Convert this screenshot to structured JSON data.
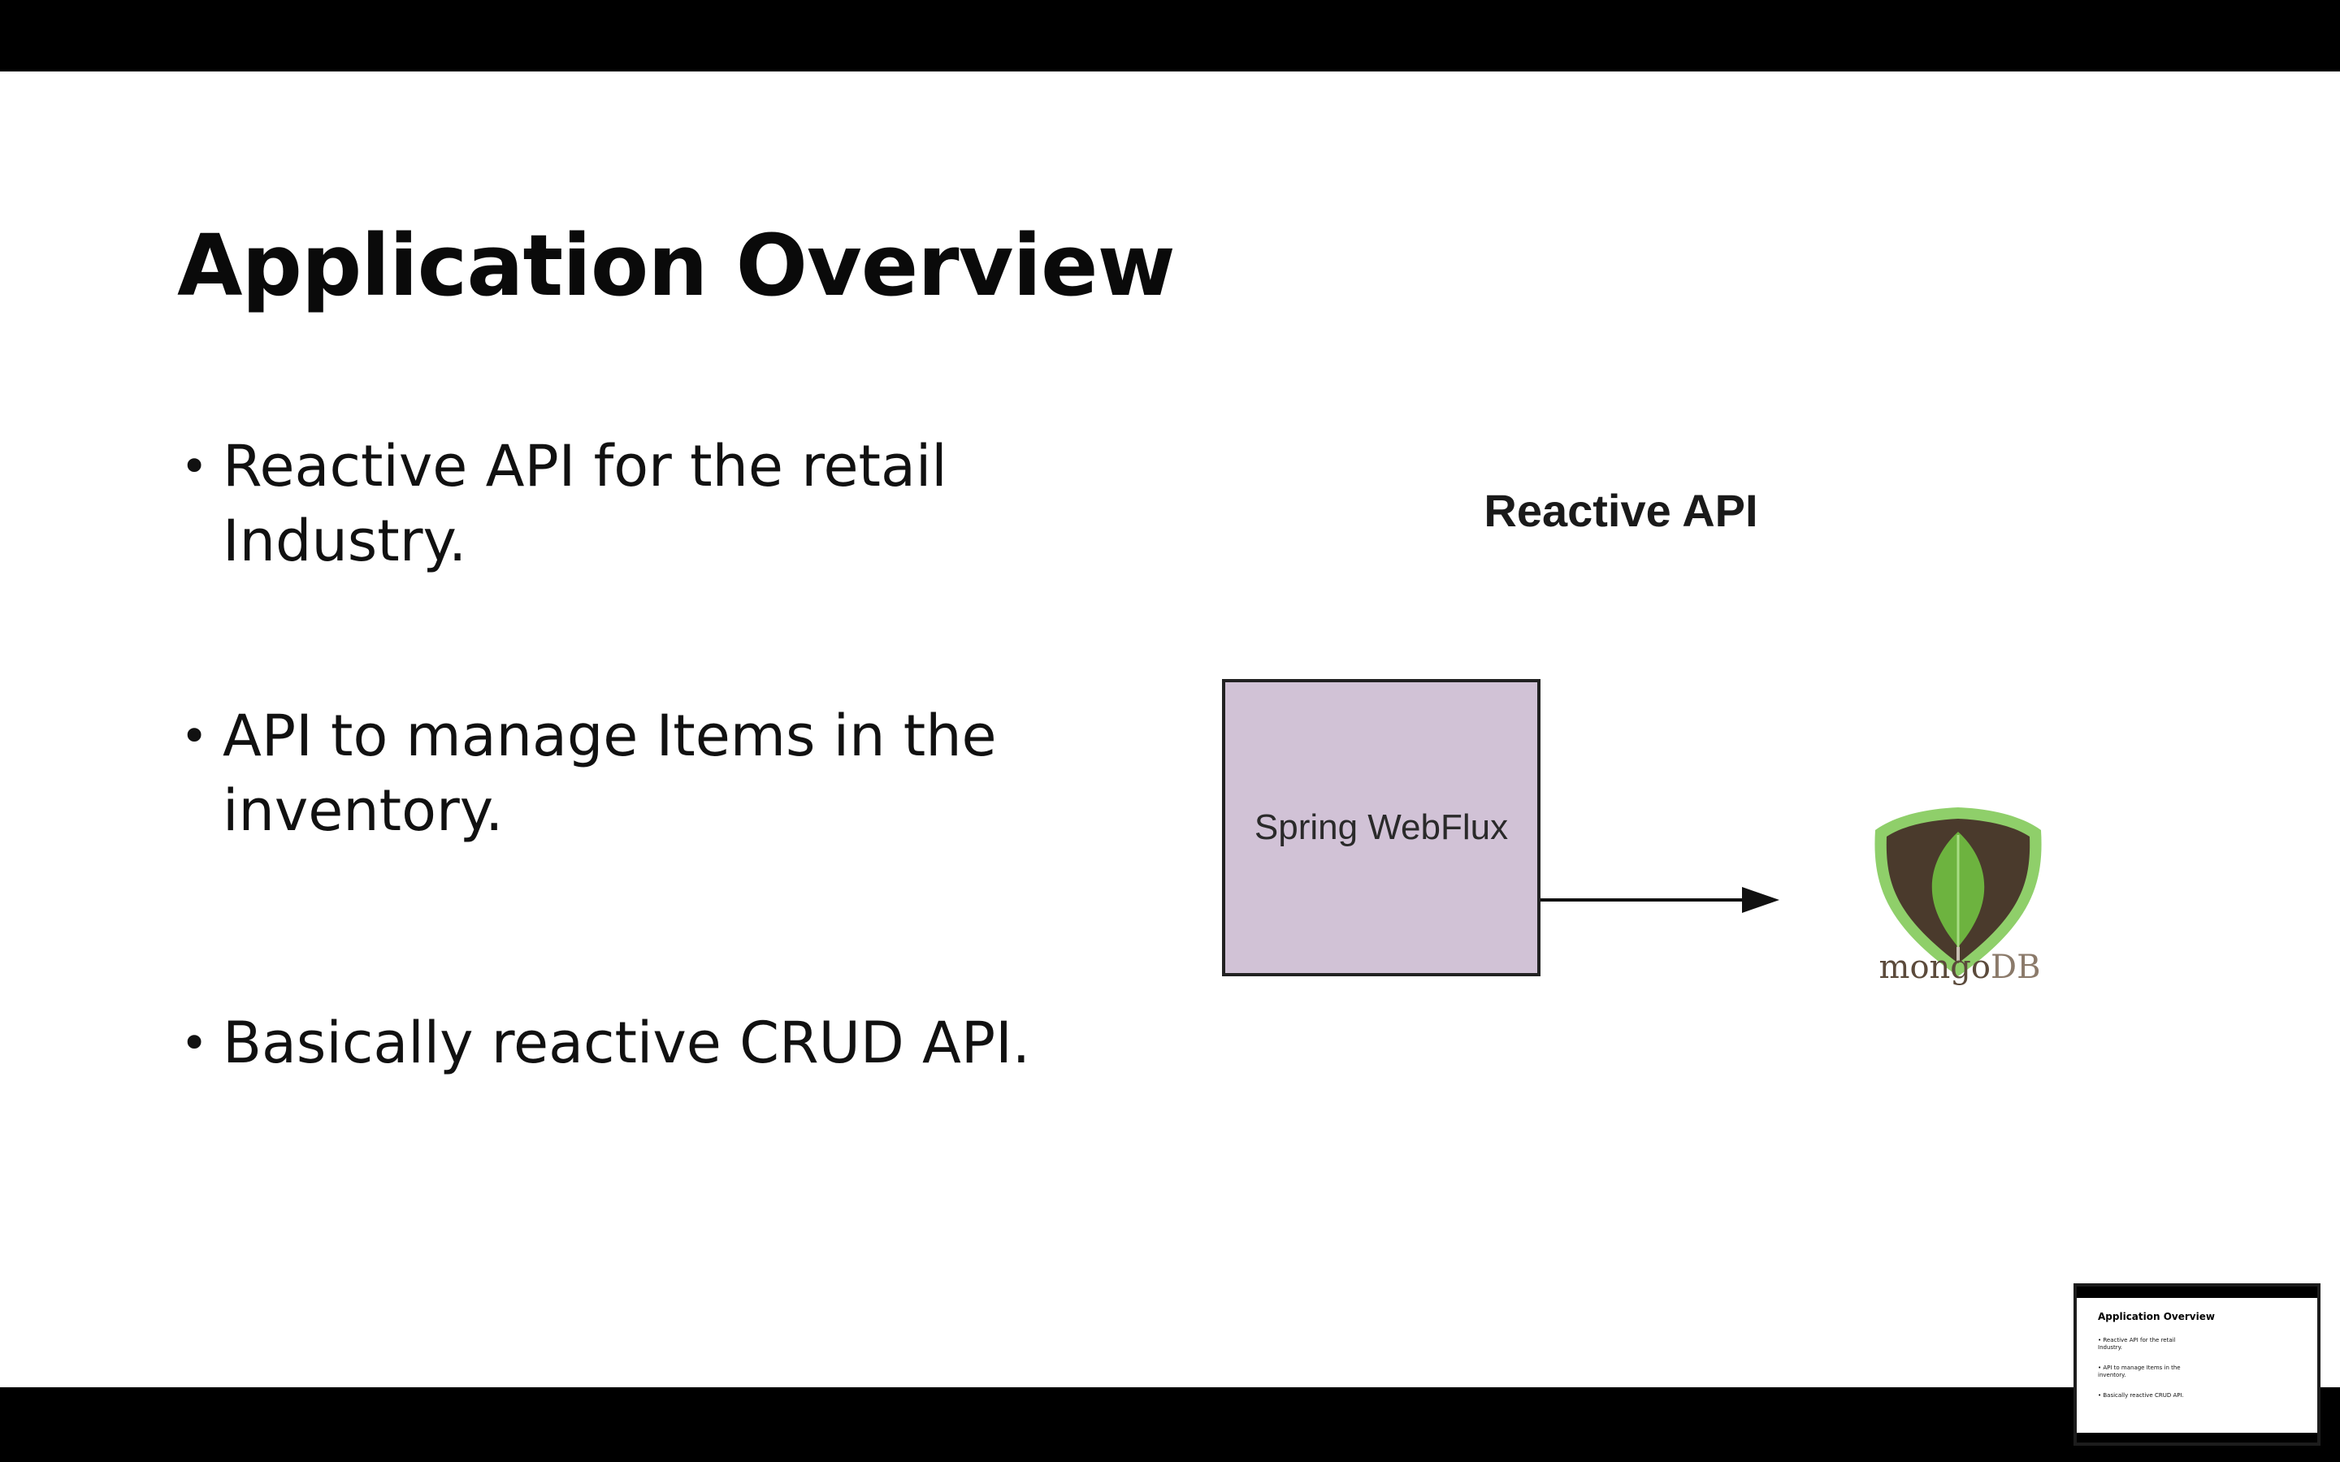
{
  "slide": {
    "title": "Application Overview",
    "bullets": [
      {
        "marker": "•",
        "text": "Reactive API for the retail Industry."
      },
      {
        "marker": "•",
        "text": "API to manage Items in the inventory."
      },
      {
        "marker": "•",
        "text": "Basically reactive CRUD API."
      }
    ]
  },
  "diagram": {
    "title": "Reactive API",
    "box_label": "Spring WebFlux",
    "db_name_part1": "mongo",
    "db_name_part2": "DB",
    "box_color": "#d1c2d6",
    "leaf_color": "#6db33f",
    "shield_color": "#4a3a2c"
  },
  "thumbnail": {
    "title": "Application Overview",
    "bullets": [
      "• Reactive API for the retail Industry.",
      "• API to manage Items in the inventory.",
      "• Basically reactive CRUD API."
    ]
  }
}
